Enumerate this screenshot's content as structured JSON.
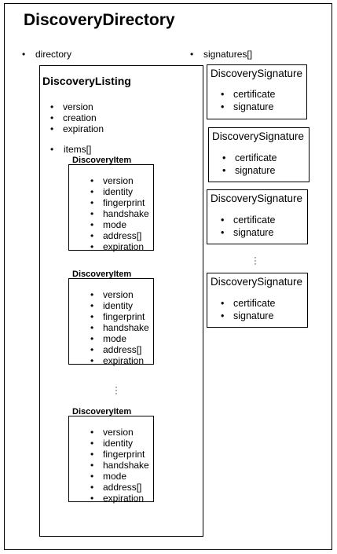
{
  "title": "DiscoveryDirectory",
  "directory": {
    "label": "directory",
    "listing": {
      "title": "DiscoveryListing",
      "fields": [
        "version",
        "creation",
        "expiration"
      ],
      "items_label": "items[]",
      "items": [
        {
          "title": "DiscoveryItem",
          "fields": [
            "version",
            "identity",
            "fingerprint",
            "handshake",
            "mode",
            "address[]",
            "expiration"
          ]
        },
        {
          "title": "DiscoveryItem",
          "fields": [
            "version",
            "identity",
            "fingerprint",
            "handshake",
            "mode",
            "address[]",
            "expiration"
          ]
        },
        {
          "title": "DiscoveryItem",
          "fields": [
            "version",
            "identity",
            "fingerprint",
            "handshake",
            "mode",
            "address[]",
            "expiration"
          ]
        }
      ],
      "items_ellipsis": "⋮"
    }
  },
  "signatures": {
    "label": "signatures[]",
    "items": [
      {
        "title": "DiscoverySignature",
        "fields": [
          "certificate",
          "signature"
        ]
      },
      {
        "title": "DiscoverySignature",
        "fields": [
          "certificate",
          "signature"
        ]
      },
      {
        "title": "DiscoverySignature",
        "fields": [
          "certificate",
          "signature"
        ]
      },
      {
        "title": "DiscoverySignature",
        "fields": [
          "certificate",
          "signature"
        ]
      }
    ],
    "ellipsis": "⋮"
  }
}
